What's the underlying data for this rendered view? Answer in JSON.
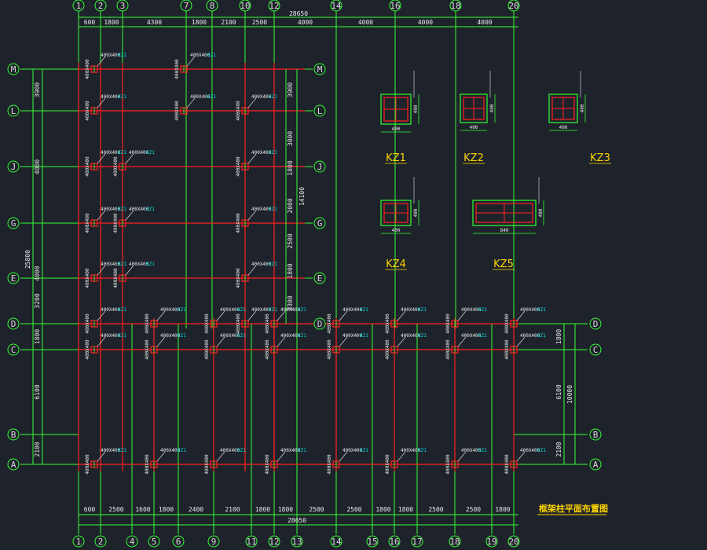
{
  "colors": {
    "background": "#1e232b",
    "grid_line": "#33ff33",
    "beam": "#ff2020",
    "column": "#ff2020",
    "label": "#ffd400",
    "tag": "#00e0e0",
    "text": "#e8e8e8"
  },
  "top_axes": [
    "1",
    "2",
    "3",
    "7",
    "8",
    "10",
    "12",
    "14",
    "16",
    "18",
    "20"
  ],
  "top_total": "28650",
  "top_spans": [
    "600",
    "1800",
    "4300",
    "1800",
    "2100",
    "2500",
    "4000",
    "4000",
    "4000",
    "4000"
  ],
  "bottom_axes": [
    "1",
    "2",
    "4",
    "5",
    "6",
    "9",
    "11",
    "12",
    "13",
    "14",
    "15",
    "16",
    "17",
    "18",
    "19",
    "20"
  ],
  "bottom_total": "28650",
  "bottom_spans": [
    "600",
    "2500",
    "1600",
    "1800",
    "2400",
    "2100",
    "1800",
    "1800",
    "2500",
    "2500",
    "1800",
    "1800",
    "2500",
    "2500",
    "1800"
  ],
  "left_rows": [
    "M",
    "L",
    "J",
    "G",
    "E",
    "D",
    "C",
    "B",
    "A"
  ],
  "right_rows_upper": [
    "M",
    "L",
    "J",
    "G",
    "E",
    "D"
  ],
  "right_rows_lower": [
    "D",
    "C",
    "B",
    "A"
  ],
  "left_spans": [
    "3900",
    "4000",
    "4000",
    "3200",
    "1800",
    "6100",
    "2100"
  ],
  "left_total": "25800",
  "upper_right_spans": [
    "3900",
    "3000",
    "1800",
    "2000",
    "2500",
    "1800",
    "3300"
  ],
  "upper_right_total": "14100",
  "lower_right_spans": [
    "1800",
    "6100",
    "2100"
  ],
  "lower_right_total": "10000",
  "column_tag": "KZ1",
  "column_size": "400X400",
  "kz_sections": [
    {
      "label": "KZ1",
      "width": "400",
      "depth": "400"
    },
    {
      "label": "KZ2",
      "width": "400",
      "depth": "400"
    },
    {
      "label": "KZ3",
      "width": "400",
      "depth": "400"
    },
    {
      "label": "KZ4",
      "width": "400",
      "depth": "400"
    },
    {
      "label": "KZ5",
      "width": "840",
      "depth": "400"
    }
  ],
  "drawing_title": "框架柱平面布置图"
}
